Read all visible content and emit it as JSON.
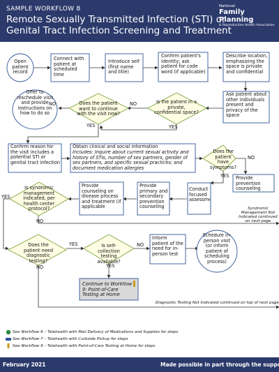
{
  "header": {
    "subtitle": "SAMPLE WORKFLOW 8",
    "title": "Remote Sexually Transmitted Infection (STI) or Genital Tract Infection Screening and Treatment",
    "logo_line1": "National",
    "logo_line2": "Family Planning",
    "logo_line3": "& Reproductive Health Association"
  },
  "nodes": {
    "open_record": "Open patient record",
    "connect": "Connect with patient at scheduled time",
    "introduce": "Introduce self (first name and title)",
    "confirm_identity": "Confirm patient's identity; ask patient for code word (if applicable)",
    "describe_location": "Describe location, emphasizing the space is private and confidential",
    "ask_privacy": "Ask patient about other individuals present and privacy of the space",
    "private_q": "Is the patient in a private, confidential space?",
    "continue_q": "Does the patient want to continue with the visit now?",
    "offer_reschedule": "Offer to reschedule visit and provide instructions on how to do so",
    "confirm_reason": "Confirm reason for the visit includes a potential STI or genital tract infection",
    "obtain_info_title": "Obtain clinical and social information",
    "obtain_info_detail": "Includes: Inquire about current sexual activity and history of STIs, number of sex partners, gender of sex partners, and specific sexual practices; and document medication allergies",
    "symptoms_q": "Does the patient have symptoms?",
    "prevention_counseling": "Provide prevention counseling",
    "focused_assessment": "Conduct focused assessment",
    "primary_secondary": "Provide primary and secondary prevention counseling",
    "disease_counseling": "Provide counseling on disease process and treatment (if applicable",
    "syndromic_q": "Is syndromic management indicated, per health center protocol?",
    "diagnostic_q": "Does the patient need diagnostic testing?",
    "self_collection_q": "Is self-collection testing available?",
    "inform_patient": "Inform patient of the need for in-person test",
    "schedule_inperson": "Schedule in-person visit (or inform patient of scheduling process)",
    "workflow9": "Continue to Workflow 9: Point-of-Care Testing at Home"
  },
  "labels": {
    "yes": "YES",
    "no": "NO"
  },
  "notes": {
    "syndromic_not_indicated": "Syndromic Management Not Indicated continued on next page",
    "diagnostic_not_indicated": "Diagnostic Testing Not Indicated continued on top of next page"
  },
  "legend": [
    {
      "text": "See Workflow 6 – Telehealth with Mail Delivery of Medications and Supplies for steps",
      "icon": "pill-icon",
      "color": "#2e8b3d"
    },
    {
      "text": "See Workflow 7 – Telehealth with Curbside Pickup for steps",
      "icon": "car-icon",
      "color": "#2b4f9e"
    },
    {
      "text": "See Workflow 9 – Telehealth with Point-of-Care Testing at Home for steps",
      "icon": "test-tube-icon",
      "color": "#c79a1a"
    }
  ],
  "footer": {
    "date": "February 2021",
    "support": "Made possible in part through the support of Office of Population Affairs"
  },
  "colors": {
    "header_bg": "#2b3a6b",
    "box_border": "#2f5597",
    "diamond_fill": "#fffde3",
    "diamond_border": "#7aa33c",
    "workflow_box_fill": "#d9d9d9"
  }
}
